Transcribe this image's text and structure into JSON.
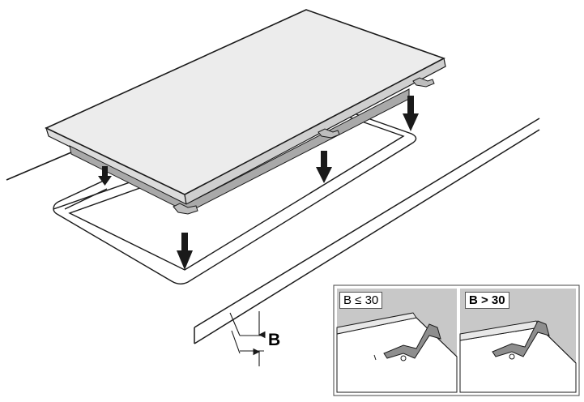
{
  "dimension_label": "B",
  "insets": [
    {
      "label": "B ≤ 30"
    },
    {
      "label": "B > 30"
    }
  ],
  "colors": {
    "line": "#1a1a1a",
    "glass": "#ececec",
    "inset_bg": "#c8c8c8",
    "white": "#ffffff"
  },
  "icons": [
    "down-arrow-icon",
    "mounting-clip-icon",
    "dimension-arrow-icon"
  ]
}
